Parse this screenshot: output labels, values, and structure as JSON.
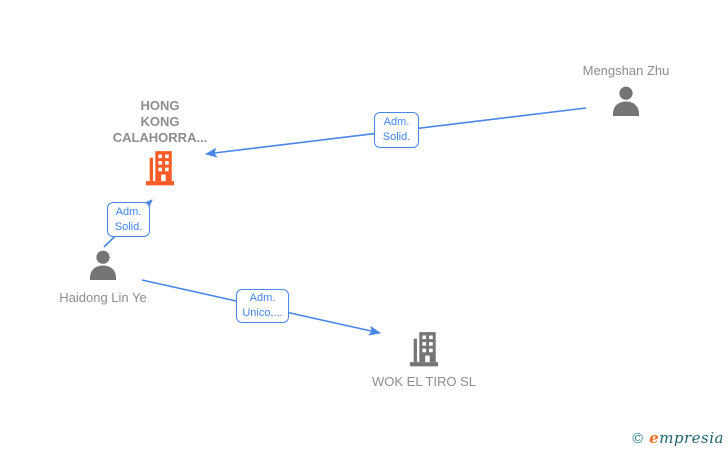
{
  "diagram": {
    "nodes": [
      {
        "id": "hong-kong-calahorra",
        "type": "company",
        "highlighted": true,
        "lines": [
          "HONG",
          "KONG",
          "CALAHORRA..."
        ]
      },
      {
        "id": "mengshan-zhu",
        "type": "person",
        "label": "Mengshan Zhu"
      },
      {
        "id": "haidong-lin-ye",
        "type": "person",
        "label": "Haidong Lin Ye"
      },
      {
        "id": "wok-el-tiro",
        "type": "company",
        "label": "WOK EL TIRO SL"
      }
    ],
    "edges": [
      {
        "from": "mengshan-zhu",
        "to": "hong-kong-calahorra",
        "label_line1": "Adm.",
        "label_line2": "Solid."
      },
      {
        "from": "haidong-lin-ye",
        "to": "hong-kong-calahorra",
        "label_line1": "Adm.",
        "label_line2": "Solid."
      },
      {
        "from": "haidong-lin-ye",
        "to": "wok-el-tiro",
        "label_line1": "Adm.",
        "label_line2": "Unico,..."
      }
    ]
  },
  "watermark": {
    "copyright_symbol": "©",
    "brand_initial": "e",
    "brand_rest": "mpresia"
  },
  "colors": {
    "edge_blue": "#4a86e8",
    "edge_label_text_blue": "#4285f4",
    "company_highlight_orange": "#fb5a25",
    "node_icon_gray": "#757575",
    "node_label_gray": "#8d8d8d",
    "logo_teal": "#2b7f93",
    "logo_dark_teal": "#1f6170",
    "logo_orange": "#f36f21"
  }
}
